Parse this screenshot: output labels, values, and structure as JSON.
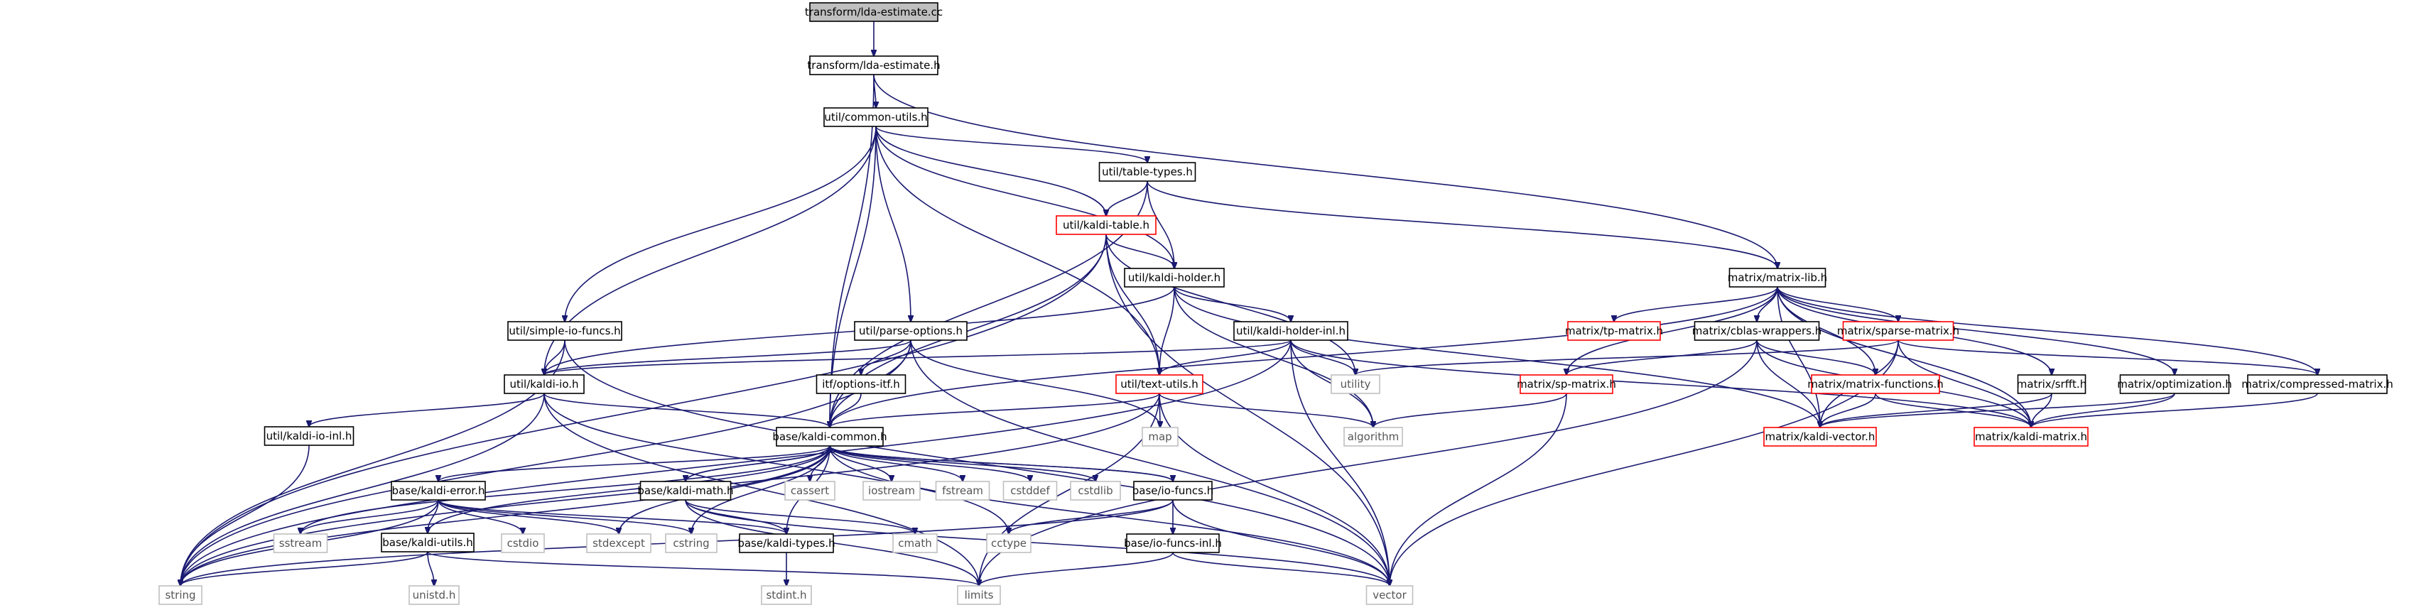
{
  "diagram": {
    "type": "include-dependency-graph",
    "colors": {
      "edge": "#191970",
      "root_fill": "#bfbfbf",
      "normal_border": "#000000",
      "truncated_border": "#ff0000",
      "system_border": "#bfbfbf",
      "system_text": "#555555"
    },
    "nodes": [
      {
        "id": "root",
        "label": "transform/lda-estimate.cc",
        "kind": "root"
      },
      {
        "id": "lda_h",
        "label": "transform/lda-estimate.h",
        "kind": "normal"
      },
      {
        "id": "common_utils",
        "label": "util/common-utils.h",
        "kind": "normal"
      },
      {
        "id": "table_types",
        "label": "util/table-types.h",
        "kind": "normal"
      },
      {
        "id": "kaldi_table",
        "label": "util/kaldi-table.h",
        "kind": "truncated"
      },
      {
        "id": "kaldi_holder",
        "label": "util/kaldi-holder.h",
        "kind": "normal"
      },
      {
        "id": "simple_io",
        "label": "util/simple-io-funcs.h",
        "kind": "normal"
      },
      {
        "id": "parse_opts",
        "label": "util/parse-options.h",
        "kind": "normal"
      },
      {
        "id": "holder_inl",
        "label": "util/kaldi-holder-inl.h",
        "kind": "normal"
      },
      {
        "id": "kaldi_io",
        "label": "util/kaldi-io.h",
        "kind": "normal"
      },
      {
        "id": "itf_opts",
        "label": "itf/options-itf.h",
        "kind": "normal"
      },
      {
        "id": "text_utils",
        "label": "util/text-utils.h",
        "kind": "truncated"
      },
      {
        "id": "io_inl",
        "label": "util/kaldi-io-inl.h",
        "kind": "normal"
      },
      {
        "id": "kaldi_common",
        "label": "base/kaldi-common.h",
        "kind": "normal"
      },
      {
        "id": "kaldi_error",
        "label": "base/kaldi-error.h",
        "kind": "normal"
      },
      {
        "id": "kaldi_math",
        "label": "base/kaldi-math.h",
        "kind": "normal"
      },
      {
        "id": "io_funcs",
        "label": "base/io-funcs.h",
        "kind": "normal"
      },
      {
        "id": "kaldi_utils",
        "label": "base/kaldi-utils.h",
        "kind": "normal"
      },
      {
        "id": "kaldi_types",
        "label": "base/kaldi-types.h",
        "kind": "normal"
      },
      {
        "id": "io_funcs_inl",
        "label": "base/io-funcs-inl.h",
        "kind": "normal"
      },
      {
        "id": "matrix_lib",
        "label": "matrix/matrix-lib.h",
        "kind": "normal"
      },
      {
        "id": "tp_matrix",
        "label": "matrix/tp-matrix.h",
        "kind": "truncated"
      },
      {
        "id": "cblas",
        "label": "matrix/cblas-wrappers.h",
        "kind": "normal"
      },
      {
        "id": "sparse",
        "label": "matrix/sparse-matrix.h",
        "kind": "truncated"
      },
      {
        "id": "srfft",
        "label": "matrix/srfft.h",
        "kind": "normal"
      },
      {
        "id": "optimization",
        "label": "matrix/optimization.h",
        "kind": "normal"
      },
      {
        "id": "compressed",
        "label": "matrix/compressed-matrix.h",
        "kind": "normal"
      },
      {
        "id": "sp_matrix",
        "label": "matrix/sp-matrix.h",
        "kind": "truncated"
      },
      {
        "id": "mat_funcs",
        "label": "matrix/matrix-functions.h",
        "kind": "truncated"
      },
      {
        "id": "kaldi_vector",
        "label": "matrix/kaldi-vector.h",
        "kind": "truncated"
      },
      {
        "id": "kaldi_matrix",
        "label": "matrix/kaldi-matrix.h",
        "kind": "truncated"
      },
      {
        "id": "utility",
        "label": "utility",
        "kind": "system"
      },
      {
        "id": "map",
        "label": "map",
        "kind": "system"
      },
      {
        "id": "algorithm",
        "label": "algorithm",
        "kind": "system"
      },
      {
        "id": "string",
        "label": "string",
        "kind": "system"
      },
      {
        "id": "sstream",
        "label": "sstream",
        "kind": "system"
      },
      {
        "id": "cassert",
        "label": "cassert",
        "kind": "system"
      },
      {
        "id": "iostream",
        "label": "iostream",
        "kind": "system"
      },
      {
        "id": "fstream",
        "label": "fstream",
        "kind": "system"
      },
      {
        "id": "cstddef",
        "label": "cstddef",
        "kind": "system"
      },
      {
        "id": "cstdlib",
        "label": "cstdlib",
        "kind": "system"
      },
      {
        "id": "cstdio",
        "label": "cstdio",
        "kind": "system"
      },
      {
        "id": "stdexcept",
        "label": "stdexcept",
        "kind": "system"
      },
      {
        "id": "cstring",
        "label": "cstring",
        "kind": "system"
      },
      {
        "id": "cmath",
        "label": "cmath",
        "kind": "system"
      },
      {
        "id": "cctype",
        "label": "cctype",
        "kind": "system"
      },
      {
        "id": "unistd",
        "label": "unistd.h",
        "kind": "system"
      },
      {
        "id": "limits",
        "label": "limits",
        "kind": "system"
      },
      {
        "id": "stdint",
        "label": "stdint.h",
        "kind": "system"
      },
      {
        "id": "vector",
        "label": "vector",
        "kind": "system"
      }
    ],
    "edges": [
      [
        "root",
        "lda_h"
      ],
      [
        "lda_h",
        "common_utils"
      ],
      [
        "lda_h",
        "matrix_lib"
      ],
      [
        "lda_h",
        "kaldi_common"
      ],
      [
        "common_utils",
        "table_types"
      ],
      [
        "common_utils",
        "kaldi_table"
      ],
      [
        "common_utils",
        "kaldi_holder"
      ],
      [
        "common_utils",
        "simple_io"
      ],
      [
        "common_utils",
        "parse_opts"
      ],
      [
        "common_utils",
        "kaldi_io"
      ],
      [
        "common_utils",
        "text_utils"
      ],
      [
        "common_utils",
        "kaldi_common"
      ],
      [
        "table_types",
        "kaldi_table"
      ],
      [
        "table_types",
        "kaldi_holder"
      ],
      [
        "table_types",
        "matrix_lib"
      ],
      [
        "table_types",
        "kaldi_common"
      ],
      [
        "kaldi_table",
        "kaldi_holder"
      ],
      [
        "kaldi_table",
        "text_utils"
      ],
      [
        "kaldi_table",
        "kaldi_common"
      ],
      [
        "kaldi_table",
        "string"
      ],
      [
        "kaldi_table",
        "utility"
      ],
      [
        "kaldi_table",
        "vector"
      ],
      [
        "kaldi_holder",
        "holder_inl"
      ],
      [
        "kaldi_holder",
        "kaldi_io"
      ],
      [
        "kaldi_holder",
        "text_utils"
      ],
      [
        "kaldi_holder",
        "algorithm"
      ],
      [
        "kaldi_holder",
        "kaldi_vector"
      ],
      [
        "simple_io",
        "kaldi_io"
      ],
      [
        "simple_io",
        "string"
      ],
      [
        "simple_io",
        "vector"
      ],
      [
        "parse_opts",
        "itf_opts"
      ],
      [
        "parse_opts",
        "kaldi_common"
      ],
      [
        "parse_opts",
        "kaldi_io"
      ],
      [
        "parse_opts",
        "map"
      ],
      [
        "parse_opts",
        "vector"
      ],
      [
        "parse_opts",
        "string"
      ],
      [
        "holder_inl",
        "kaldi_io"
      ],
      [
        "holder_inl",
        "text_utils"
      ],
      [
        "holder_inl",
        "kaldi_matrix"
      ],
      [
        "holder_inl",
        "utility"
      ],
      [
        "holder_inl",
        "algorithm"
      ],
      [
        "holder_inl",
        "vector"
      ],
      [
        "holder_inl",
        "string"
      ],
      [
        "kaldi_io",
        "kaldi_common"
      ],
      [
        "kaldi_io",
        "io_inl"
      ],
      [
        "kaldi_io",
        "string"
      ],
      [
        "kaldi_io",
        "limits"
      ],
      [
        "kaldi_io",
        "cctype"
      ],
      [
        "itf_opts",
        "kaldi_common"
      ],
      [
        "text_utils",
        "kaldi_common"
      ],
      [
        "text_utils",
        "map"
      ],
      [
        "text_utils",
        "algorithm"
      ],
      [
        "text_utils",
        "limits"
      ],
      [
        "text_utils",
        "vector"
      ],
      [
        "text_utils",
        "string"
      ],
      [
        "io_inl",
        "string"
      ],
      [
        "kaldi_common",
        "kaldi_error"
      ],
      [
        "kaldi_common",
        "kaldi_math"
      ],
      [
        "kaldi_common",
        "io_funcs"
      ],
      [
        "kaldi_common",
        "kaldi_utils"
      ],
      [
        "kaldi_common",
        "kaldi_types"
      ],
      [
        "kaldi_common",
        "string"
      ],
      [
        "kaldi_common",
        "sstream"
      ],
      [
        "kaldi_common",
        "cassert"
      ],
      [
        "kaldi_common",
        "iostream"
      ],
      [
        "kaldi_common",
        "fstream"
      ],
      [
        "kaldi_common",
        "cstddef"
      ],
      [
        "kaldi_common",
        "cstdlib"
      ],
      [
        "kaldi_common",
        "stdexcept"
      ],
      [
        "kaldi_common",
        "cstring"
      ],
      [
        "kaldi_common",
        "vector"
      ],
      [
        "kaldi_error",
        "kaldi_types"
      ],
      [
        "kaldi_error",
        "kaldi_utils"
      ],
      [
        "kaldi_error",
        "string"
      ],
      [
        "kaldi_error",
        "sstream"
      ],
      [
        "kaldi_error",
        "cstdio"
      ],
      [
        "kaldi_error",
        "stdexcept"
      ],
      [
        "kaldi_error",
        "cstring"
      ],
      [
        "kaldi_math",
        "kaldi_types"
      ],
      [
        "kaldi_math",
        "kaldi_common"
      ],
      [
        "kaldi_math",
        "cmath"
      ],
      [
        "kaldi_math",
        "limits"
      ],
      [
        "kaldi_math",
        "vector"
      ],
      [
        "io_funcs",
        "io_funcs_inl"
      ],
      [
        "io_funcs",
        "kaldi_common"
      ],
      [
        "io_funcs",
        "cctype"
      ],
      [
        "io_funcs",
        "string"
      ],
      [
        "io_funcs",
        "vector"
      ],
      [
        "kaldi_utils",
        "string"
      ],
      [
        "kaldi_utils",
        "limits"
      ],
      [
        "kaldi_utils",
        "unistd"
      ],
      [
        "kaldi_types",
        "stdint"
      ],
      [
        "io_funcs_inl",
        "limits"
      ],
      [
        "io_funcs_inl",
        "vector"
      ],
      [
        "matrix_lib",
        "tp_matrix"
      ],
      [
        "matrix_lib",
        "cblas"
      ],
      [
        "matrix_lib",
        "sparse"
      ],
      [
        "matrix_lib",
        "srfft"
      ],
      [
        "matrix_lib",
        "optimization"
      ],
      [
        "matrix_lib",
        "compressed"
      ],
      [
        "matrix_lib",
        "sp_matrix"
      ],
      [
        "matrix_lib",
        "mat_funcs"
      ],
      [
        "matrix_lib",
        "kaldi_vector"
      ],
      [
        "matrix_lib",
        "kaldi_matrix"
      ],
      [
        "matrix_lib",
        "kaldi_common"
      ],
      [
        "cblas",
        "kaldi_vector"
      ],
      [
        "cblas",
        "kaldi_matrix"
      ],
      [
        "cblas",
        "mat_funcs"
      ],
      [
        "cblas",
        "sp_matrix"
      ],
      [
        "cblas",
        "limits"
      ],
      [
        "sparse",
        "kaldi_vector"
      ],
      [
        "sparse",
        "kaldi_matrix"
      ],
      [
        "sparse",
        "compressed"
      ],
      [
        "sparse",
        "utility"
      ],
      [
        "sparse",
        "vector"
      ],
      [
        "srfft",
        "kaldi_vector"
      ],
      [
        "srfft",
        "kaldi_matrix"
      ],
      [
        "optimization",
        "kaldi_vector"
      ],
      [
        "optimization",
        "kaldi_matrix"
      ],
      [
        "compressed",
        "kaldi_matrix"
      ],
      [
        "sp_matrix",
        "algorithm"
      ],
      [
        "sp_matrix",
        "vector"
      ],
      [
        "mat_funcs",
        "kaldi_vector"
      ],
      [
        "mat_funcs",
        "kaldi_matrix"
      ]
    ]
  }
}
